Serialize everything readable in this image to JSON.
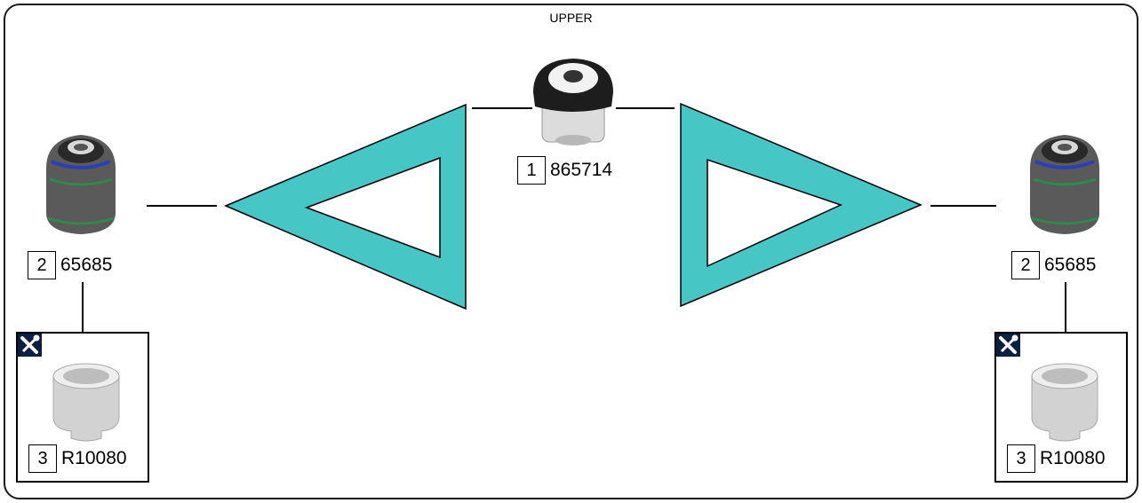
{
  "title": "UPPER",
  "parts": {
    "center_top": {
      "num": "1",
      "code": "865714"
    },
    "left_joint": {
      "num": "2",
      "code": "65685"
    },
    "right_joint": {
      "num": "2",
      "code": "65685"
    },
    "left_tool": {
      "num": "3",
      "code": "R10080"
    },
    "right_tool": {
      "num": "3",
      "code": "R10080"
    }
  },
  "colors": {
    "arm": "#47c6c6",
    "tool_badge": "#0a1f44"
  },
  "icons": {
    "tool": "wrench-screwdriver-icon"
  }
}
